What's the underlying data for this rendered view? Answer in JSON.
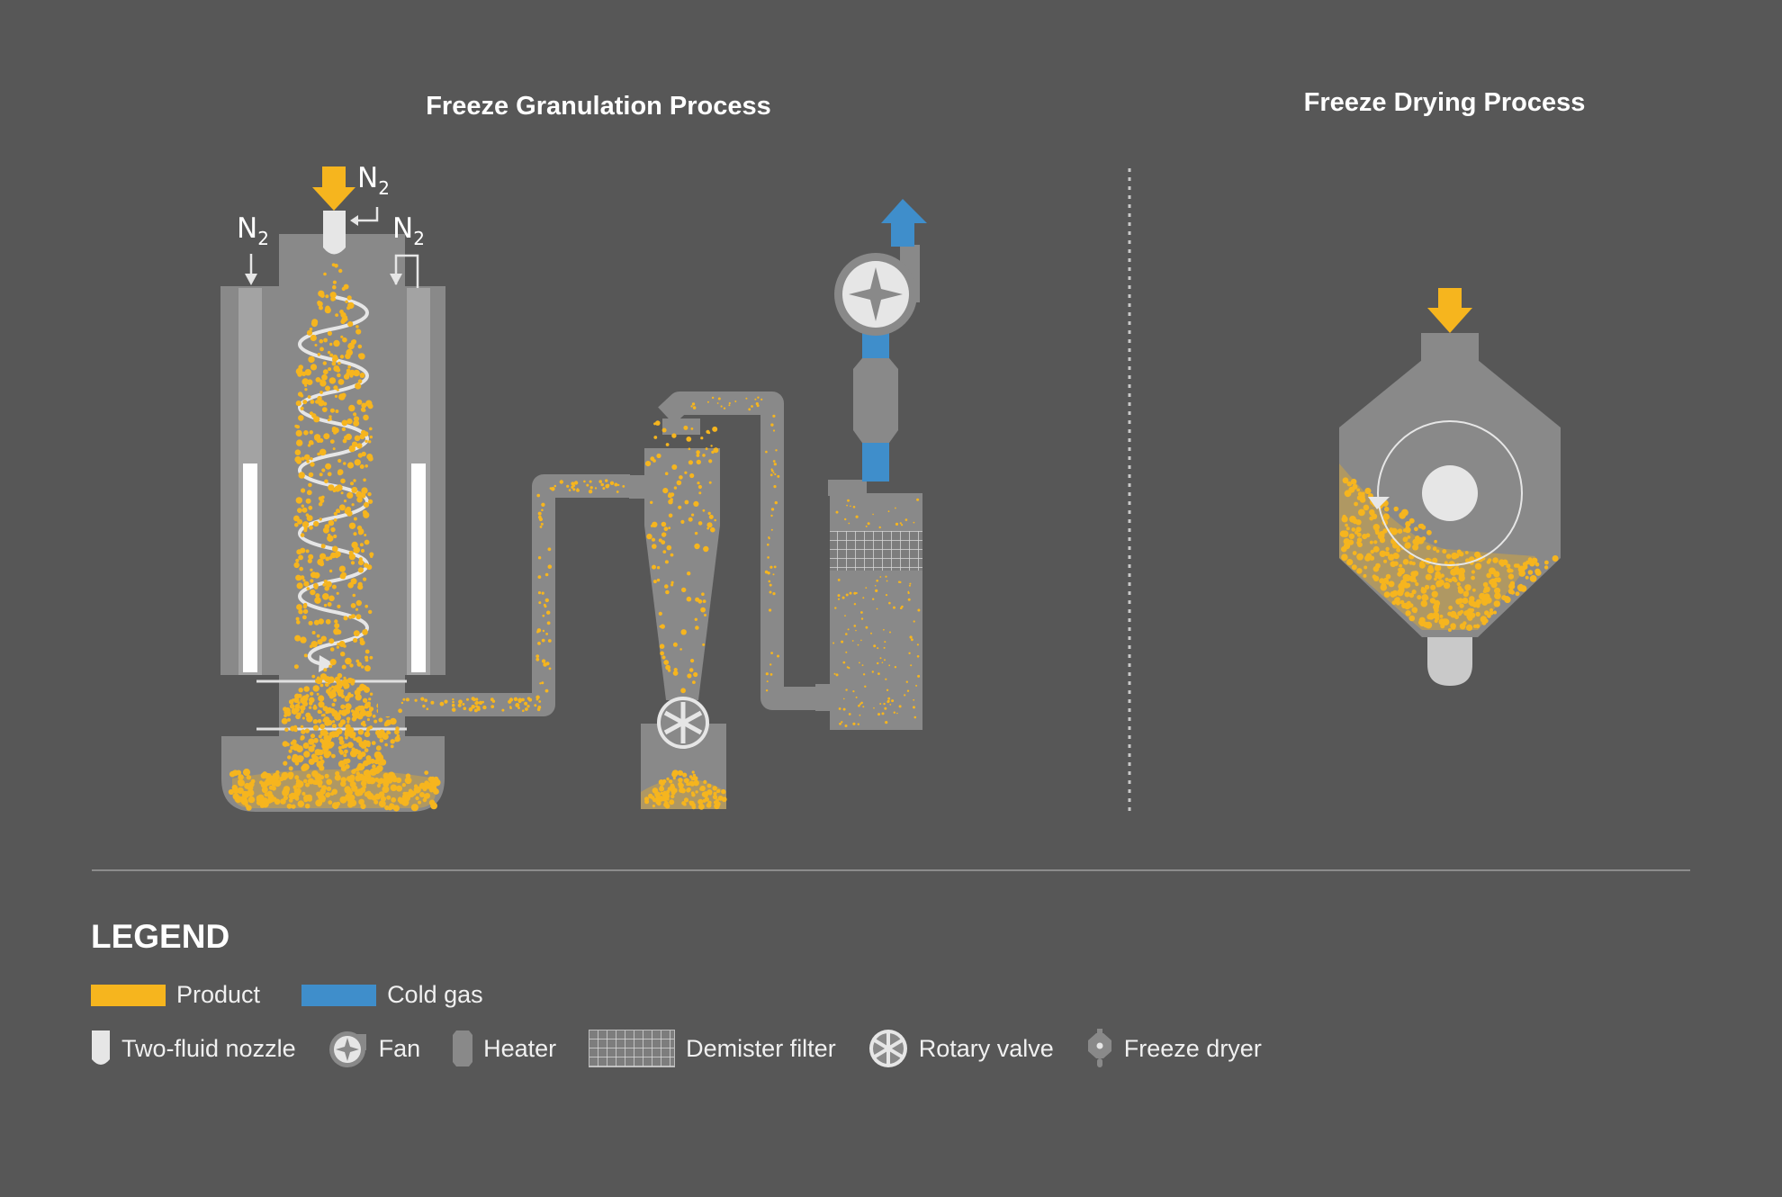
{
  "titles": {
    "granulation": "Freeze Granulation Process",
    "drying": "Freeze Drying Process"
  },
  "n2_labels": {
    "left": "N",
    "top": "N",
    "right": "N",
    "subscript": "2"
  },
  "colors": {
    "background": "#575757",
    "product": "#f6b51e",
    "cold_gas": "#3f8ecb",
    "equipment": "#898989",
    "equipment_dark": "#7a7a7a",
    "white": "#ffffff"
  },
  "legend": {
    "title": "LEGEND",
    "colors": [
      {
        "label": "Product",
        "color": "#f6b51e"
      },
      {
        "label": "Cold gas",
        "color": "#3f8ecb"
      }
    ],
    "symbols": [
      {
        "label": "Two-fluid nozzle",
        "icon": "nozzle-icon"
      },
      {
        "label": "Fan",
        "icon": "fan-icon"
      },
      {
        "label": "Heater",
        "icon": "heater-icon"
      },
      {
        "label": "Demister filter",
        "icon": "demister-filter-icon"
      },
      {
        "label": "Rotary valve",
        "icon": "rotary-valve-icon"
      },
      {
        "label": "Freeze dryer",
        "icon": "freeze-dryer-icon"
      }
    ]
  }
}
